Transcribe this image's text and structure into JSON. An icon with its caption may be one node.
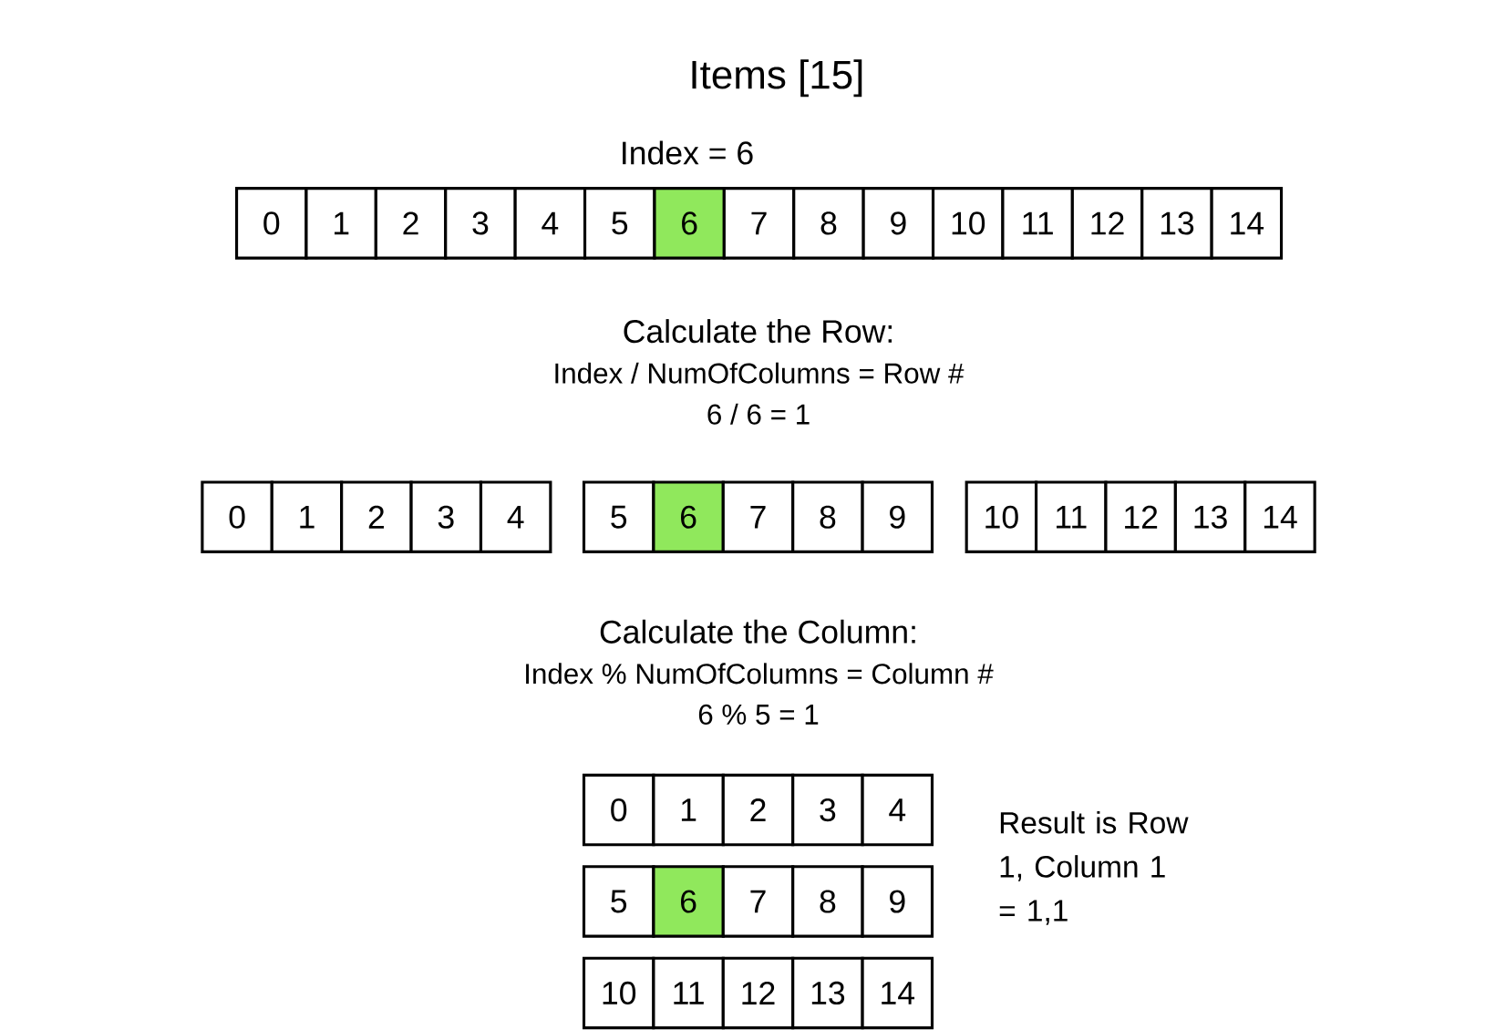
{
  "diagram": {
    "title": "Items [15]",
    "nodes": [
      {
        "text": [
          "0"
        ]
      },
      {
        "text": [
          "1"
        ]
      },
      {
        "text": [
          "2"
        ]
      },
      {
        "text": [
          "3"
        ]
      },
      {
        "text": [
          "4"
        ]
      },
      {
        "text": [
          "5"
        ]
      },
      {
        "text": [
          "6"
        ]
      },
      {
        "text": [
          "7"
        ]
      },
      {
        "text": [
          "8"
        ]
      },
      {
        "text": [
          "9"
        ]
      },
      {
        "text": [
          "10"
        ]
      },
      {
        "text": [
          "11"
        ]
      },
      {
        "text": [
          "12"
        ]
      },
      {
        "text": [
          "13"
        ]
      },
      {
        "text": [
          "14"
        ]
      },
      {
        "text": [
          "0"
        ]
      },
      {
        "text": [
          "1"
        ]
      },
      {
        "text": [
          "2"
        ]
      },
      {
        "text": [
          "3"
        ]
      },
      {
        "text": [
          "4"
        ]
      },
      {
        "text": [
          "5"
        ]
      },
      {
        "text": [
          "6"
        ]
      },
      {
        "text": [
          "7"
        ]
      },
      {
        "text": [
          "8"
        ]
      },
      {
        "text": [
          "9"
        ]
      },
      {
        "text": [
          "10"
        ]
      },
      {
        "text": [
          "11"
        ]
      },
      {
        "text": [
          "12"
        ]
      },
      {
        "text": [
          "13"
        ]
      },
      {
        "text": [
          "14"
        ]
      },
      {
        "text": [
          "0"
        ]
      },
      {
        "text": [
          "1"
        ]
      },
      {
        "text": [
          "2"
        ]
      },
      {
        "text": [
          "3"
        ]
      },
      {
        "text": [
          "4"
        ]
      },
      {
        "text": [
          "5"
        ]
      },
      {
        "text": [
          "6"
        ]
      },
      {
        "text": [
          "7"
        ]
      },
      {
        "text": [
          "8"
        ]
      },
      {
        "text": [
          "9"
        ]
      },
      {
        "text": [
          "10"
        ]
      },
      {
        "text": [
          "11"
        ]
      },
      {
        "text": [
          "12"
        ]
      },
      {
        "text": [
          "13"
        ]
      },
      {
        "text": [
          "14"
        ]
      }
    ],
    "labels": [
      "Index = 6",
      "Calculate the Row:",
      "Index / NumOfColumns = Row #",
      "6 / 6 = 1",
      "Calculate the Column:",
      "Index % NumOfColumns = Column #",
      "6 % 5 = 1",
      "Result is Row 1, Column 1 = 1,1"
    ]
  }
}
